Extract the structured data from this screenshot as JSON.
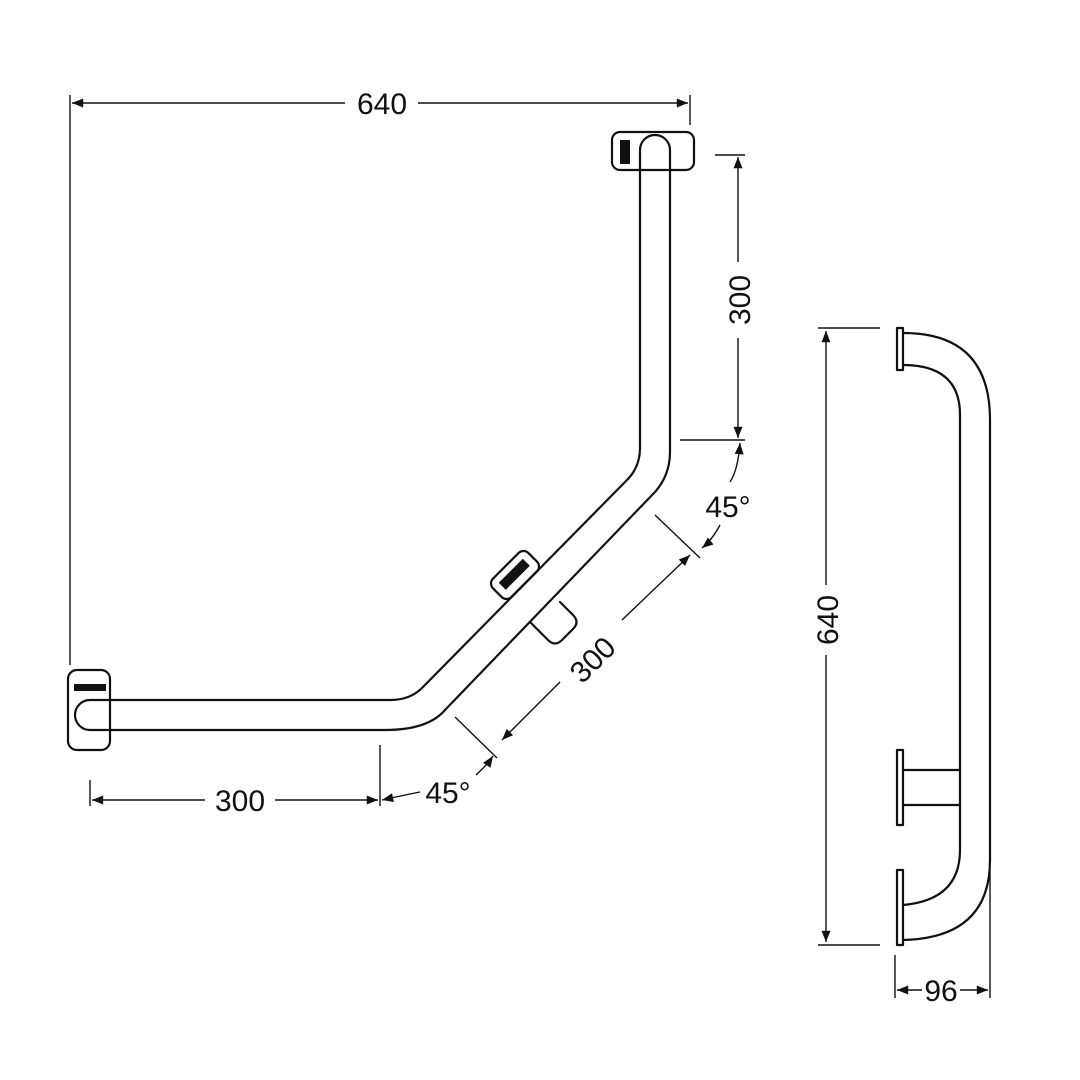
{
  "drawing": {
    "overall_width": "640",
    "vertical_segment": "300",
    "diagonal_segment": "300",
    "horizontal_segment": "300",
    "angle_upper": "45°",
    "angle_lower": "45°",
    "side_height": "640",
    "side_depth": "96"
  }
}
